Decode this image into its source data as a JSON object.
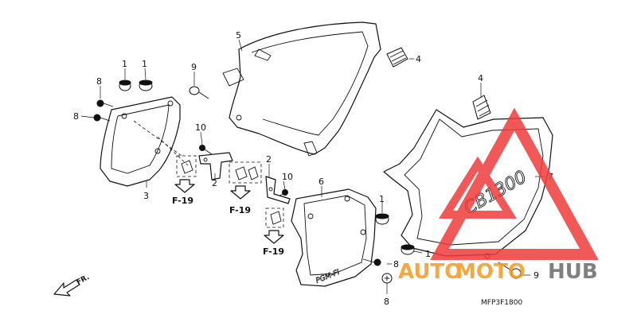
{
  "callouts": {
    "c1a": "1",
    "c1b": "1",
    "c1c": "1",
    "c1d": "1",
    "c2a": "2",
    "c2b": "2",
    "c3": "3",
    "c4a": "4",
    "c4b": "4",
    "c5": "5",
    "c6": "6",
    "c7": "7",
    "c8a": "8",
    "c8b": "8",
    "c8c": "8",
    "c8d": "8",
    "c9a": "9",
    "c9b": "9",
    "c10a": "10",
    "c10b": "10"
  },
  "refs": {
    "f19a": "F-19",
    "f19b": "F-19",
    "f19c": "F-19"
  },
  "front_label": "FR.",
  "diagram_code": "MFP3F1800",
  "embossed": {
    "cb": "CB1300",
    "pgm": "PGM-FI"
  },
  "watermark": {
    "text_part1": "AUTO",
    "text_part2": "MOTO",
    "text_part3": "HUB",
    "colors": {
      "red": "#ef3b3b",
      "orange": "#f39a1e",
      "gray": "#6b6b6b"
    }
  }
}
